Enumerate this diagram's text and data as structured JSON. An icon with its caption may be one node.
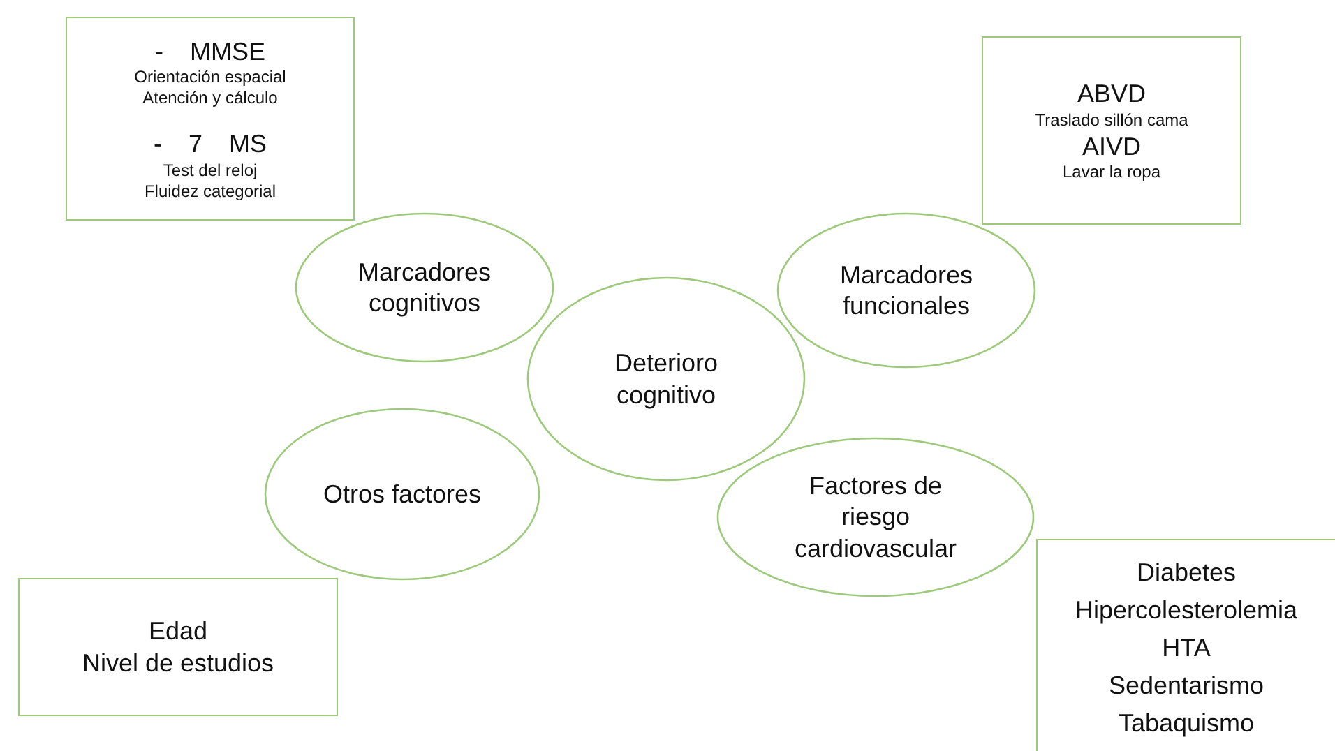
{
  "diagram": {
    "nodes": [
      {
        "text": [
          "- MMSE",
          "Orientación espacial",
          "Atención y cálculo",
          "- 7 MS",
          "Test del reloj",
          "Fluidez categorial"
        ]
      },
      {
        "text": [
          "ABVD",
          "Traslado sillón cama",
          "AIVD",
          "Lavar la ropa"
        ]
      },
      {
        "text": [
          "Marcadores cognitivos"
        ]
      },
      {
        "text": [
          "Marcadores funcionales"
        ]
      },
      {
        "text": [
          "Deterioro cognitivo"
        ]
      },
      {
        "text": [
          "Otros factores"
        ]
      },
      {
        "text": [
          "Factores de riesgo cardiovascular"
        ]
      },
      {
        "text": [
          "Diabetes",
          "Hipercolesterolemia",
          "HTA",
          "Sedentarismo",
          "Tabaquismo"
        ]
      },
      {
        "text": [
          "Edad",
          "Nivel de estudios"
        ]
      }
    ]
  }
}
